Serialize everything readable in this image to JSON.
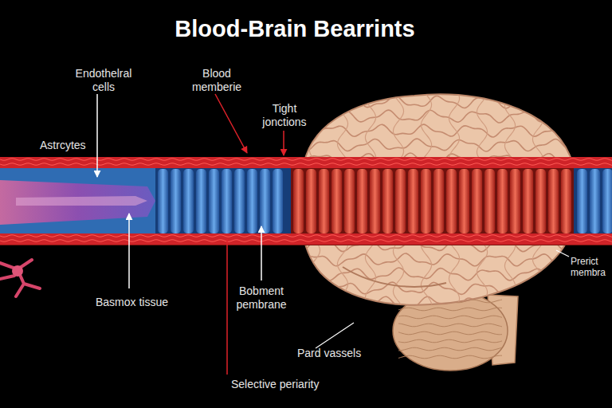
{
  "diagram": {
    "title": "Blood-Brain Bearrints",
    "labels": [
      "Endothelral cells",
      "Blood memberie",
      "Tight jonctions",
      "Astrcytes",
      "Basmox tissue",
      "Bobment pembrane",
      "Pard vassels",
      "Selective periarity",
      "Prerict membra"
    ]
  }
}
